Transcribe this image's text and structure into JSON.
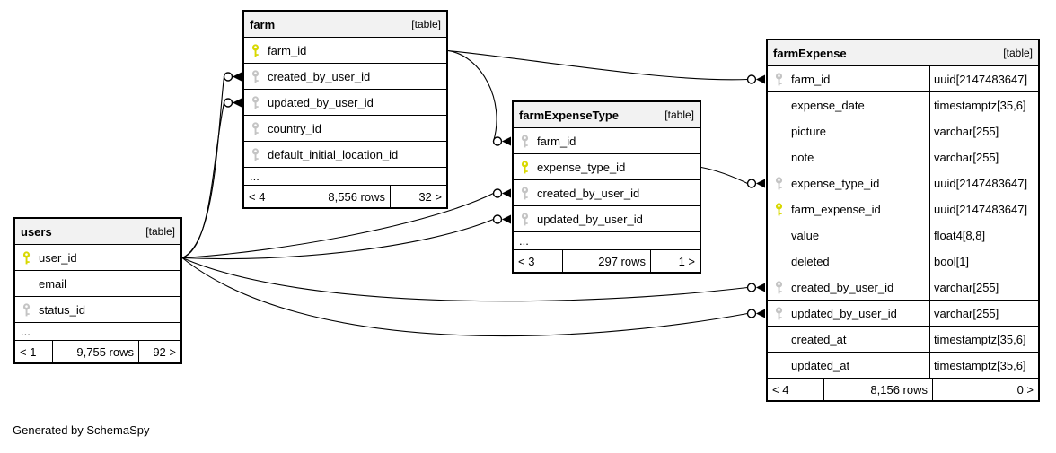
{
  "credit": "Generated by SchemaSpy",
  "colors": {
    "primary_key": "#d8d800",
    "foreign_key": "#c4c4c4",
    "header_bg": "#f2f2f2",
    "edge": "#000000"
  },
  "tables": [
    {
      "name": "farm",
      "badge": "[table]",
      "columns": [
        {
          "name": "farm_id",
          "key": "primary"
        },
        {
          "name": "created_by_user_id",
          "key": "foreign"
        },
        {
          "name": "updated_by_user_id",
          "key": "foreign"
        },
        {
          "name": "country_id",
          "key": "foreign"
        },
        {
          "name": "default_initial_location_id",
          "key": "foreign"
        },
        {
          "name": "...",
          "key": "none",
          "ellipsis": true
        }
      ],
      "footer": {
        "left": "< 4",
        "center": "8,556 rows",
        "right": "32 >"
      }
    },
    {
      "name": "users",
      "badge": "[table]",
      "columns": [
        {
          "name": "user_id",
          "key": "primary"
        },
        {
          "name": "email",
          "key": "none"
        },
        {
          "name": "status_id",
          "key": "foreign"
        },
        {
          "name": "...",
          "key": "none",
          "ellipsis": true
        }
      ],
      "footer": {
        "left": "< 1",
        "center": "9,755 rows",
        "right": "92 >"
      }
    },
    {
      "name": "farmExpenseType",
      "badge": "[table]",
      "columns": [
        {
          "name": "farm_id",
          "key": "foreign"
        },
        {
          "name": "expense_type_id",
          "key": "primary"
        },
        {
          "name": "created_by_user_id",
          "key": "foreign"
        },
        {
          "name": "updated_by_user_id",
          "key": "foreign"
        },
        {
          "name": "...",
          "key": "none",
          "ellipsis": true
        }
      ],
      "footer": {
        "left": "< 3",
        "center": "297 rows",
        "right": "1 >"
      }
    },
    {
      "name": "farmExpense",
      "badge": "[table]",
      "columns": [
        {
          "name": "farm_id",
          "key": "foreign",
          "type": "uuid[2147483647]"
        },
        {
          "name": "expense_date",
          "key": "none",
          "type": "timestamptz[35,6]"
        },
        {
          "name": "picture",
          "key": "none",
          "type": "varchar[255]"
        },
        {
          "name": "note",
          "key": "none",
          "type": "varchar[255]"
        },
        {
          "name": "expense_type_id",
          "key": "foreign",
          "type": "uuid[2147483647]"
        },
        {
          "name": "farm_expense_id",
          "key": "primary",
          "type": "uuid[2147483647]"
        },
        {
          "name": "value",
          "key": "none",
          "type": "float4[8,8]"
        },
        {
          "name": "deleted",
          "key": "none",
          "type": "bool[1]"
        },
        {
          "name": "created_by_user_id",
          "key": "foreign",
          "type": "varchar[255]"
        },
        {
          "name": "updated_by_user_id",
          "key": "foreign",
          "type": "varchar[255]"
        },
        {
          "name": "created_at",
          "key": "none",
          "type": "timestamptz[35,6]"
        },
        {
          "name": "updated_at",
          "key": "none",
          "type": "timestamptz[35,6]"
        }
      ],
      "footer": {
        "left": "< 4",
        "center": "8,156 rows",
        "right": "0 >"
      }
    }
  ],
  "relationships": [
    {
      "from": "users.user_id",
      "to": "farm.created_by_user_id"
    },
    {
      "from": "users.user_id",
      "to": "farm.updated_by_user_id"
    },
    {
      "from": "users.user_id",
      "to": "farmExpenseType.created_by_user_id"
    },
    {
      "from": "users.user_id",
      "to": "farmExpenseType.updated_by_user_id"
    },
    {
      "from": "users.user_id",
      "to": "farmExpense.created_by_user_id"
    },
    {
      "from": "users.user_id",
      "to": "farmExpense.updated_by_user_id"
    },
    {
      "from": "farm.farm_id",
      "to": "farmExpenseType.farm_id"
    },
    {
      "from": "farm.farm_id",
      "to": "farmExpense.farm_id"
    },
    {
      "from": "farmExpenseType.expense_type_id",
      "to": "farmExpense.expense_type_id"
    }
  ]
}
